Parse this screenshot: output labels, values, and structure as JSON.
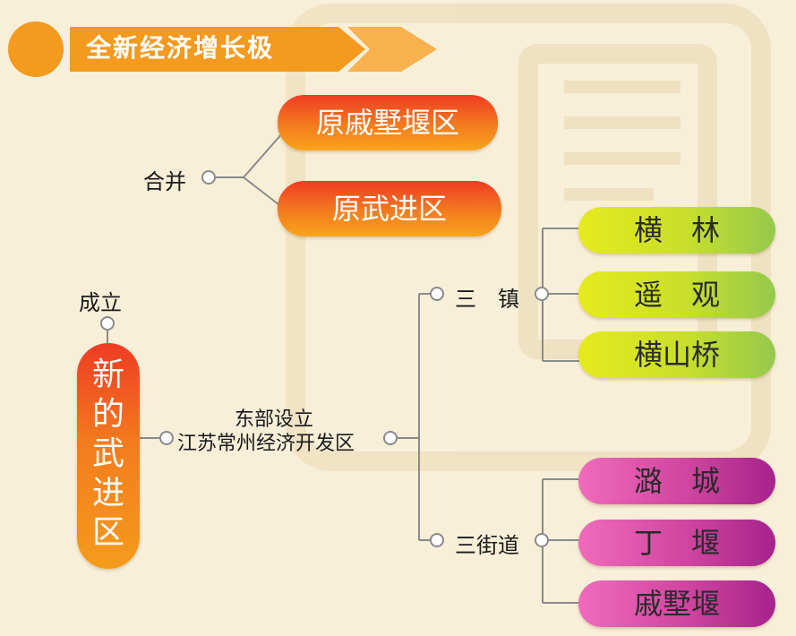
{
  "header": {
    "title": "全新经济增长极"
  },
  "merge": {
    "label": "合并",
    "items": [
      "原戚墅堰区",
      "原武进区"
    ]
  },
  "founded": {
    "label": "成立",
    "name_chars": [
      "新",
      "的",
      "武",
      "进",
      "区"
    ]
  },
  "dev_zone": {
    "line1": "东部设立",
    "line2": "江苏常州经济开发区"
  },
  "towns": {
    "label": "三　镇",
    "items": [
      "横　林",
      "遥　观",
      "横山桥"
    ]
  },
  "streets": {
    "label": "三街道",
    "items": [
      "潞　城",
      "丁　堰",
      "戚墅堰"
    ]
  },
  "colors": {
    "background": "#f8efd9",
    "accent_orange": "#f39a1f",
    "red_pill": "#ef3b24",
    "green_pill": "#c8df2b",
    "magenta_pill": "#d0459f",
    "connector": "#8a8a8a"
  }
}
